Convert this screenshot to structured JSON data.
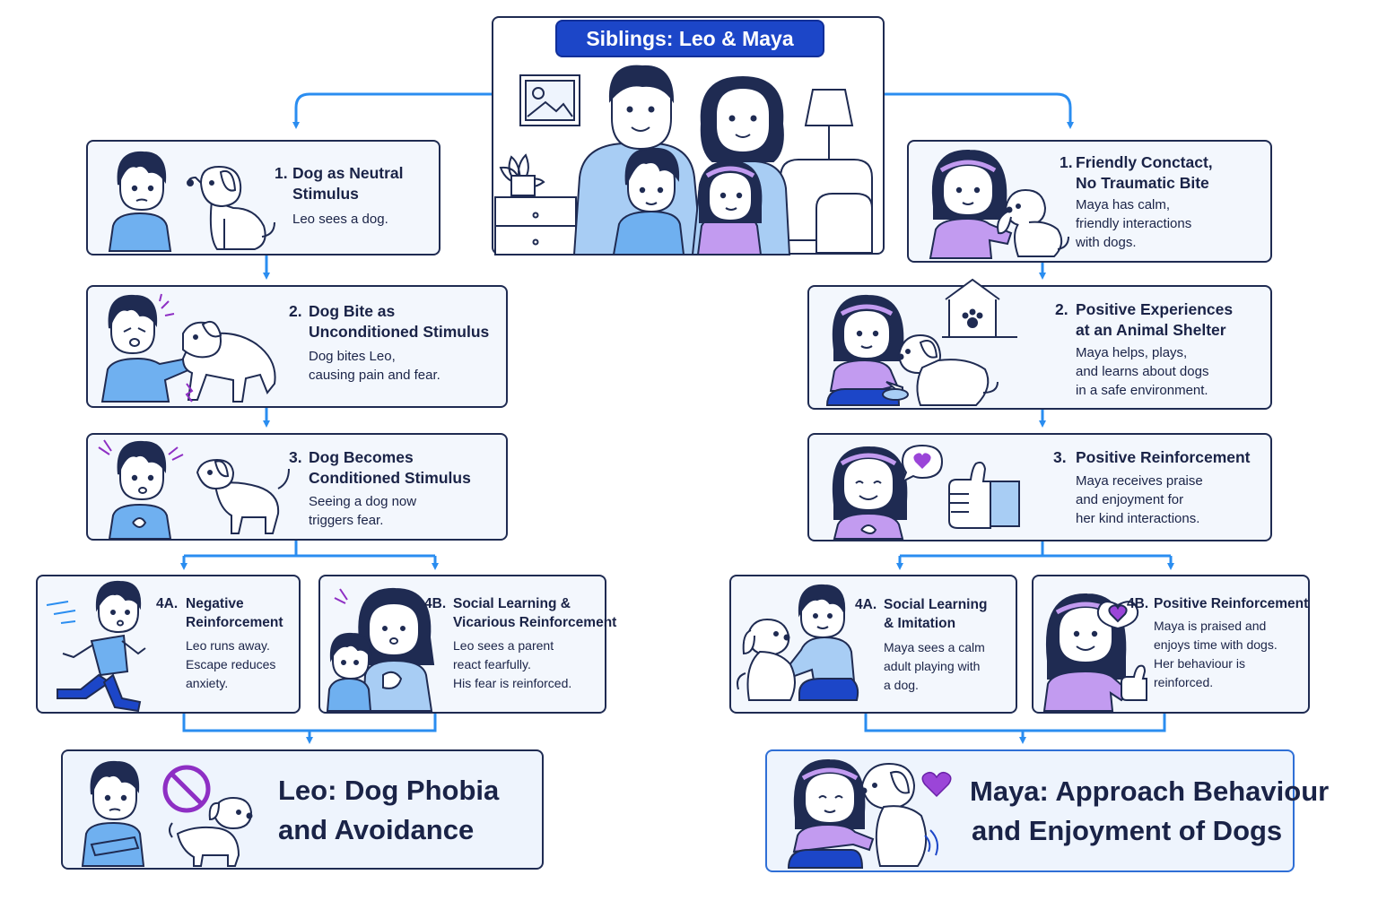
{
  "header": {
    "title": "Siblings: Leo & Maya"
  },
  "leo": {
    "step1": {
      "number": "1.",
      "title_line1": "Dog as Neutral",
      "title_line2": "Stimulus",
      "desc_line1": "Leo sees a dog."
    },
    "step2": {
      "number": "2.",
      "title_line1": "Dog Bite as",
      "title_line2": "Unconditioned Stimulus",
      "desc_line1": "Dog bites Leo,",
      "desc_line2": "causing pain and fear."
    },
    "step3": {
      "number": "3.",
      "title_line1": "Dog Becomes",
      "title_line2": "Conditioned Stimulus",
      "desc_line1": "Seeing a dog now",
      "desc_line2": "triggers fear."
    },
    "step4a": {
      "number": "4A.",
      "title_line1": "Negative",
      "title_line2": "Reinforcement",
      "desc_line1": "Leo runs away.",
      "desc_line2": "Escape reduces",
      "desc_line3": "anxiety."
    },
    "step4b": {
      "number": "4B.",
      "title_line1": "Social Learning &",
      "title_line2": "Vicarious Reinforcement",
      "desc_line1": "Leo sees a parent",
      "desc_line2": "react fearfully.",
      "desc_line3": "His fear is reinforced."
    },
    "outcome": {
      "line1": "Leo:  Dog Phobia",
      "line2": "and Avoidance"
    }
  },
  "maya": {
    "step1": {
      "number": "1.",
      "title_line1": "Friendly Conctact,",
      "title_line2": "No Traumatic Bite",
      "desc_line1": "Maya has calm,",
      "desc_line2": "friendly interactions",
      "desc_line3": "with dogs."
    },
    "step2": {
      "number": "2.",
      "title_line1": "Positive Experiences",
      "title_line2": "at an Animal Shelter",
      "desc_line1": "Maya helps, plays,",
      "desc_line2": "and learns about dogs",
      "desc_line3": "in a safe environment."
    },
    "step3": {
      "number": "3.",
      "title_line1": "Positive Reinforcement",
      "desc_line1": "Maya receives praise",
      "desc_line2": "and enjoyment for",
      "desc_line3": "her kind interactions."
    },
    "step4a": {
      "number": "4A.",
      "title_line1": "Social Learning",
      "title_line2": "& Imitation",
      "desc_line1": "Maya sees a calm",
      "desc_line2": "adult playing with",
      "desc_line3": "a dog."
    },
    "step4b": {
      "number": "4B.",
      "title_line1": "Positive Reinforcement",
      "desc_line1": "Maya is praised and",
      "desc_line2": "enjoys time with dogs.",
      "desc_line3": "Her behaviour is",
      "desc_line4": "reinforced."
    },
    "outcome": {
      "line1": "Maya: Approach Behaviour",
      "line2": "and Enjoyment of Dogs"
    }
  },
  "colors": {
    "accent_blue": "#2a8df0",
    "title_blue": "#1c46c8",
    "border_navy": "#1f2b52",
    "leo_shirt": "#6fb0f0",
    "maya_shirt": "#c29bf0",
    "prohibit_purple": "#8e2fc4",
    "heart_purple": "#9b45d8"
  },
  "icons": [
    "family-illustration",
    "boy-icon",
    "girl-icon",
    "dog-icon",
    "dog-bite-icon",
    "running-boy-icon",
    "fearful-parent-icon",
    "prohibit-icon",
    "doghouse-paw-icon",
    "heart-speech-bubble-icon",
    "thumbs-up-icon",
    "heart-icon"
  ]
}
